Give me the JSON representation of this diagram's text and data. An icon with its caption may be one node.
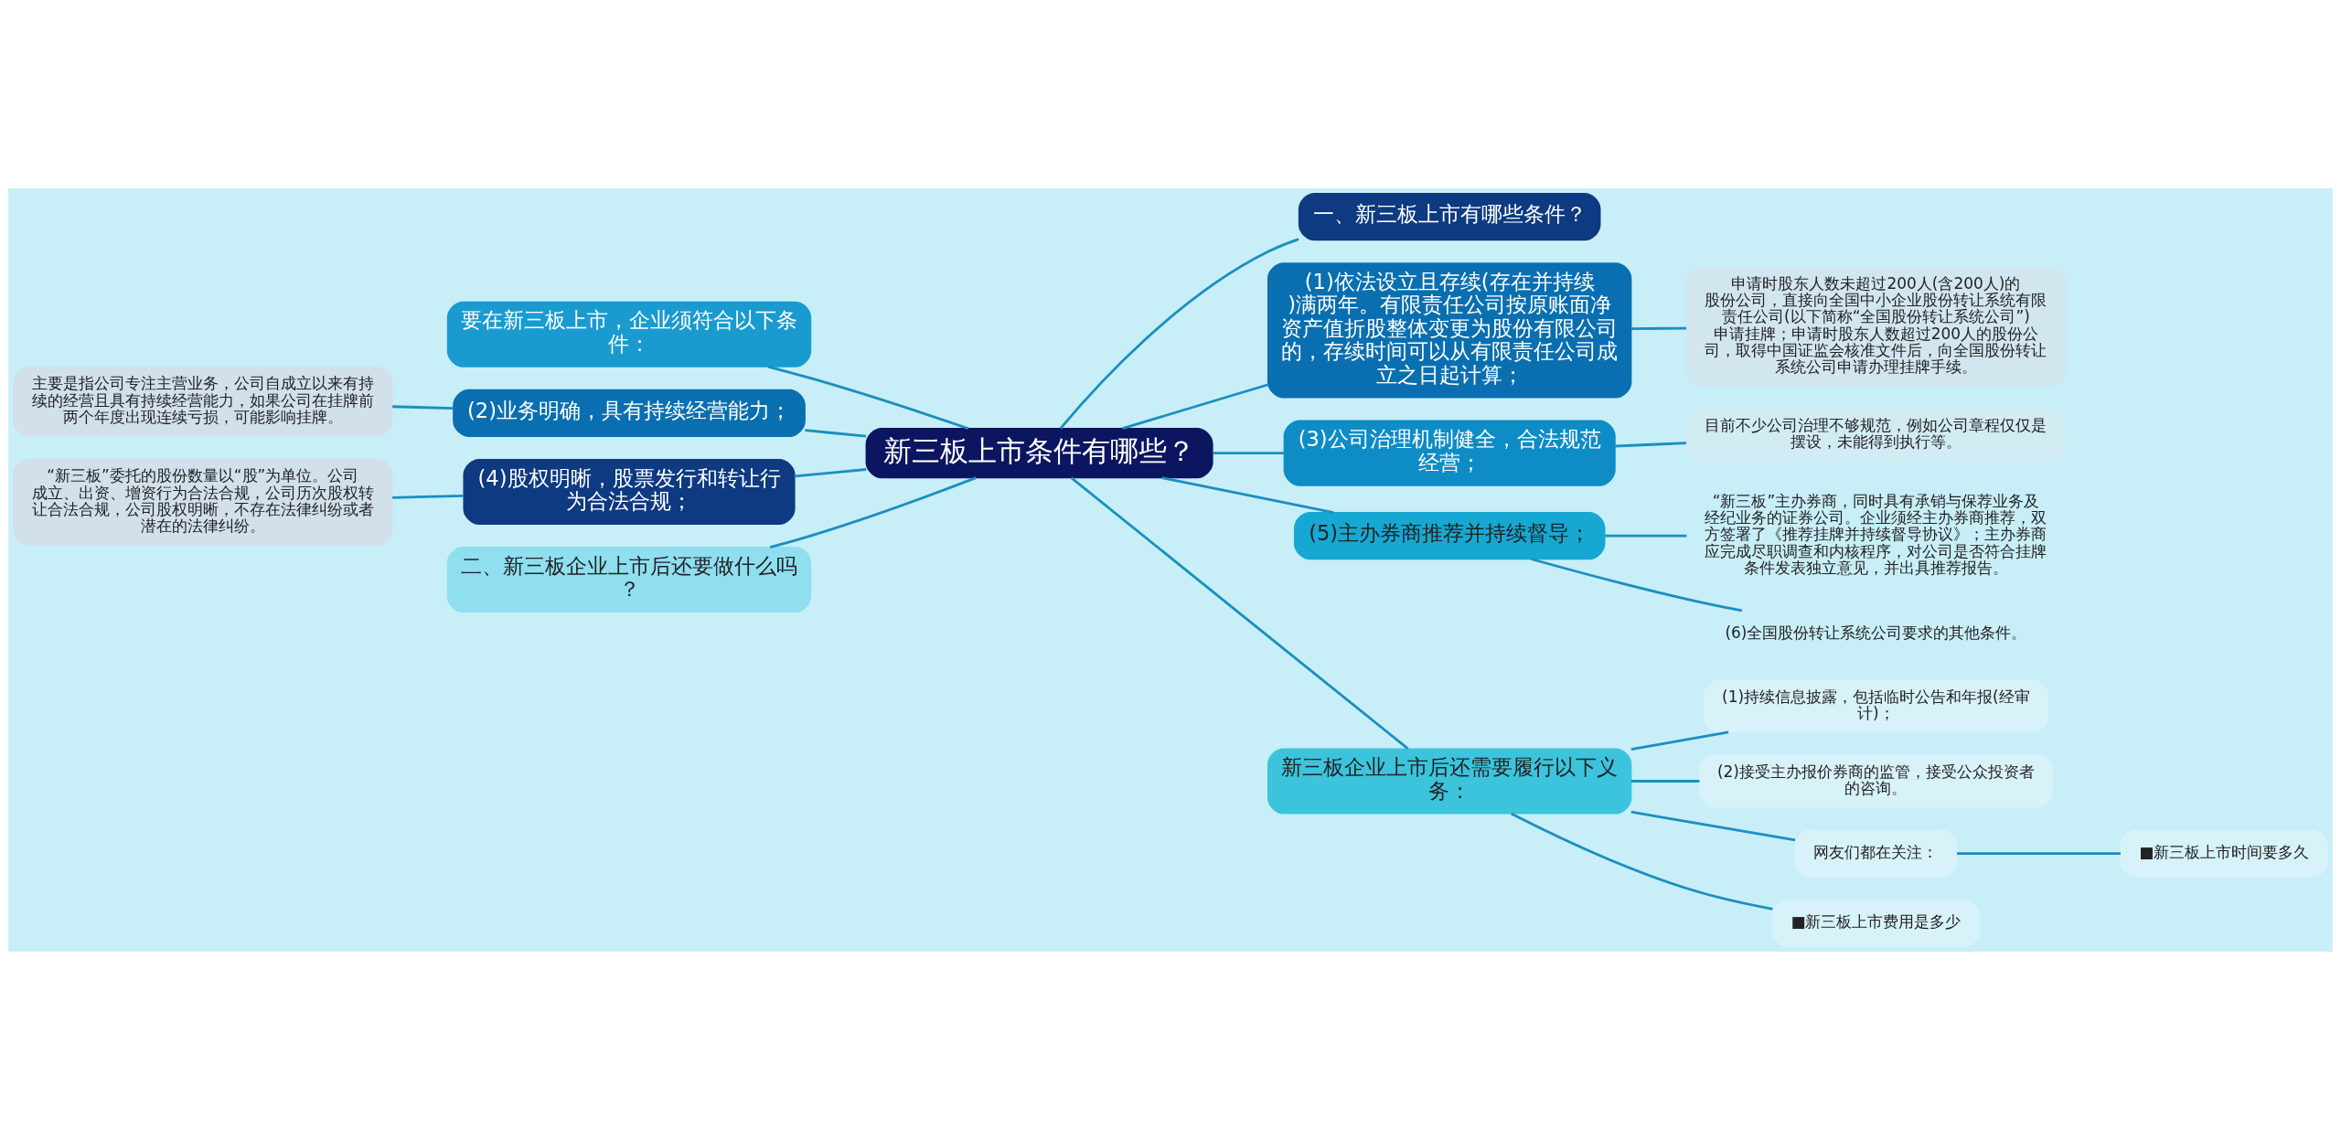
{
  "diagram": {
    "nodes": [
      {
        "text": [
          "新三板上市条件有哪些？"
        ]
      },
      {
        "text": [
          "一、新三板上市有哪些条件？"
        ]
      },
      {
        "text": [
          "(1)依法设立且存续(存在并持续)满两年。有限责任公司按原账面净资产值折股整体变更为股份有限公司的，存续时间可以从有限责任公司成立之日起计算；"
        ]
      },
      {
        "text": [
          "申请时股东人数未超过200人(含200人)的股份公司，直接向全国中小企业股份转让系统有限责任公司(以下简称“全国股份转让系统公司”)申请挂牌；申请时股东人数超过200人的股份公司，取得中国证监会核准文件后，向全国股份转让系统公司申请办理挂牌手续。"
        ]
      },
      {
        "text": [
          "(3)公司治理机制健全，合法规范经营；"
        ]
      },
      {
        "text": [
          "目前不少公司治理不够规范，例如公司章程仅仅是摆设，未能得到执行等。"
        ]
      },
      {
        "text": [
          "(5)主办券商推荐并持续督导；"
        ]
      },
      {
        "text": [
          "“新三板”主办券商，同时具有承销与保荐业务及经纪业务的证券公司。企业须经主办券商推荐，双方签署了《推荐挂牌并持续督导协议》；主办券商应完成尽职调查和内核程序，对公司是否符合挂牌条件发表独立意见，并出具推荐报告。"
        ]
      },
      {
        "text": [
          "(6)全国股份转让系统公司要求的其他条件。"
        ]
      },
      {
        "text": [
          "新三板企业上市后还需要履行以下义务："
        ]
      },
      {
        "text": [
          "(1)持续信息披露，包括临时公告和年报(经审计)；"
        ]
      },
      {
        "text": [
          "(2)接受主办报价券商的监管，接受公众投资者的咨询。"
        ]
      },
      {
        "text": [
          "网友们都在关注："
        ]
      },
      {
        "text": [
          "■新三板上市时间要多久"
        ]
      },
      {
        "text": [
          "■新三板上市费用是多少"
        ]
      },
      {
        "text": [
          "要在新三板上市，企业须符合以下条件："
        ]
      },
      {
        "text": [
          "(2)业务明确，具有持续经营能力；"
        ]
      },
      {
        "text": [
          "主要是指公司专注主营业务，公司自成立以来有持续的经营且具有持续经营能力，如果公司在挂牌前两个年度出现连续亏损，可能影响挂牌。"
        ]
      },
      {
        "text": [
          "(4)股权明晰，股票发行和转让行为合法合规；"
        ]
      },
      {
        "text": [
          "“新三板”委托的股份数量以“股”为单位。公司成立、出资、增资行为合法合规，公司历次股权转让合法合规，公司股权明晰，不存在法律纠纷或者潜在的法律纠纷。"
        ]
      },
      {
        "text": [
          "二、新三板企业上市后还要做什么吗？"
        ]
      }
    ],
    "edges": [
      {
        "from": 0,
        "to": 1,
        "arrow": "none"
      },
      {
        "from": 0,
        "to": 2,
        "arrow": "none"
      },
      {
        "from": 2,
        "to": 3,
        "arrow": "none"
      },
      {
        "from": 0,
        "to": 4,
        "arrow": "none"
      },
      {
        "from": 4,
        "to": 5,
        "arrow": "none"
      },
      {
        "from": 0,
        "to": 6,
        "arrow": "none"
      },
      {
        "from": 6,
        "to": 7,
        "arrow": "none"
      },
      {
        "from": 6,
        "to": 8,
        "arrow": "none"
      },
      {
        "from": 0,
        "to": 9,
        "arrow": "none"
      },
      {
        "from": 9,
        "to": 10,
        "arrow": "none"
      },
      {
        "from": 9,
        "to": 11,
        "arrow": "none"
      },
      {
        "from": 9,
        "to": 12,
        "arrow": "none"
      },
      {
        "from": 12,
        "to": 13,
        "arrow": "none"
      },
      {
        "from": 9,
        "to": 14,
        "arrow": "none"
      },
      {
        "from": 15,
        "to": 0,
        "arrow": "none"
      },
      {
        "from": 16,
        "to": 0,
        "arrow": "none"
      },
      {
        "from": 17,
        "to": 16,
        "arrow": "none"
      },
      {
        "from": 18,
        "to": 0,
        "arrow": "none"
      },
      {
        "from": 19,
        "to": 18,
        "arrow": "none"
      },
      {
        "from": 20,
        "to": 0,
        "arrow": "none"
      }
    ]
  }
}
